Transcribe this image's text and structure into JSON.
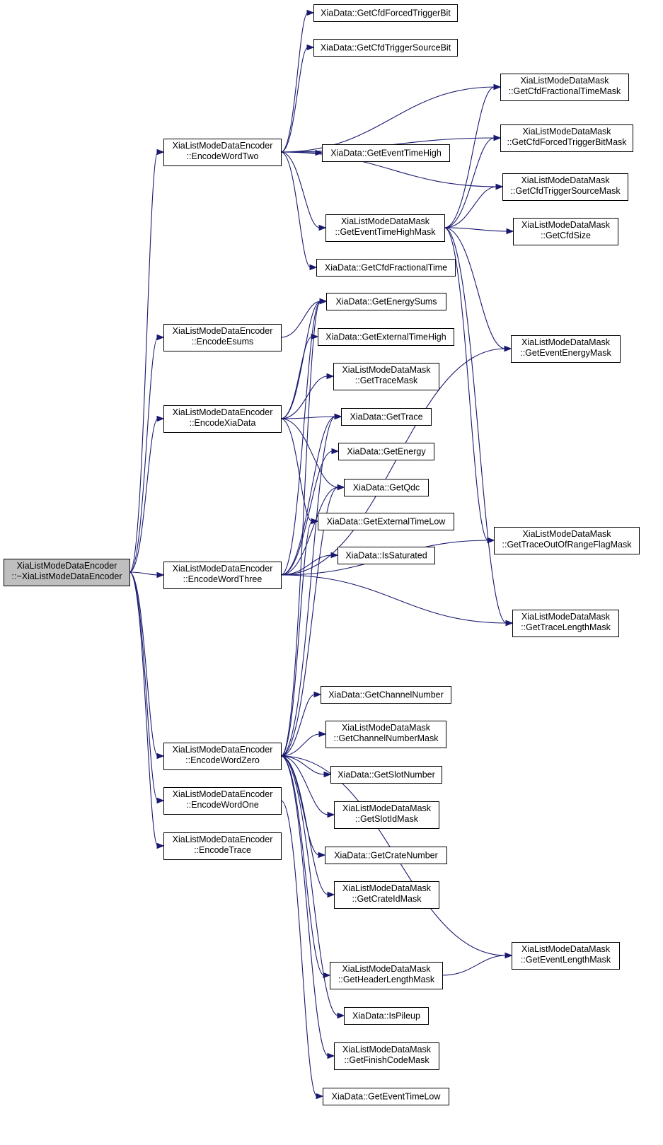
{
  "graph": {
    "nodes": [
      {
        "id": "root",
        "lines": [
          "XiaListModeDataEncoder",
          "::~XiaListModeDataEncoder"
        ],
        "highlight": true
      },
      {
        "id": "ew2",
        "lines": [
          "XiaListModeDataEncoder",
          "::EncodeWordTwo"
        ]
      },
      {
        "id": "esums",
        "lines": [
          "XiaListModeDataEncoder",
          "::EncodeEsums"
        ]
      },
      {
        "id": "exia",
        "lines": [
          "XiaListModeDataEncoder",
          "::EncodeXiaData"
        ]
      },
      {
        "id": "ew3",
        "lines": [
          "XiaListModeDataEncoder",
          "::EncodeWordThree"
        ]
      },
      {
        "id": "ew0",
        "lines": [
          "XiaListModeDataEncoder",
          "::EncodeWordZero"
        ]
      },
      {
        "id": "ew1",
        "lines": [
          "XiaListModeDataEncoder",
          "::EncodeWordOne"
        ]
      },
      {
        "id": "etr",
        "lines": [
          "XiaListModeDataEncoder",
          "::EncodeTrace"
        ]
      },
      {
        "id": "cfdforced",
        "lines": [
          "XiaData::GetCfdForcedTriggerBit"
        ]
      },
      {
        "id": "cfdsrc",
        "lines": [
          "XiaData::GetCfdTriggerSourceBit"
        ]
      },
      {
        "id": "evthigh",
        "lines": [
          "XiaData::GetEventTimeHigh"
        ]
      },
      {
        "id": "evthighmask",
        "lines": [
          "XiaListModeDataMask",
          "::GetEventTimeHighMask"
        ]
      },
      {
        "id": "cfdfrac",
        "lines": [
          "XiaData::GetCfdFractionalTime"
        ]
      },
      {
        "id": "esumsf",
        "lines": [
          "XiaData::GetEnergySums"
        ]
      },
      {
        "id": "exthigh",
        "lines": [
          "XiaData::GetExternalTimeHigh"
        ]
      },
      {
        "id": "tracemask",
        "lines": [
          "XiaListModeDataMask",
          "::GetTraceMask"
        ]
      },
      {
        "id": "gettrace",
        "lines": [
          "XiaData::GetTrace"
        ]
      },
      {
        "id": "getenergy",
        "lines": [
          "XiaData::GetEnergy"
        ]
      },
      {
        "id": "getqdc",
        "lines": [
          "XiaData::GetQdc"
        ]
      },
      {
        "id": "extlow",
        "lines": [
          "XiaData::GetExternalTimeLow"
        ]
      },
      {
        "id": "issat",
        "lines": [
          "XiaData::IsSaturated"
        ]
      },
      {
        "id": "chnum",
        "lines": [
          "XiaData::GetChannelNumber"
        ]
      },
      {
        "id": "chnummask",
        "lines": [
          "XiaListModeDataMask",
          "::GetChannelNumberMask"
        ]
      },
      {
        "id": "slotnum",
        "lines": [
          "XiaData::GetSlotNumber"
        ]
      },
      {
        "id": "slotmask",
        "lines": [
          "XiaListModeDataMask",
          "::GetSlotIdMask"
        ]
      },
      {
        "id": "cratenum",
        "lines": [
          "XiaData::GetCrateNumber"
        ]
      },
      {
        "id": "cratemask",
        "lines": [
          "XiaListModeDataMask",
          "::GetCrateIdMask"
        ]
      },
      {
        "id": "hdrlenmask",
        "lines": [
          "XiaListModeDataMask",
          "::GetHeaderLengthMask"
        ]
      },
      {
        "id": "ispileup",
        "lines": [
          "XiaData::IsPileup"
        ]
      },
      {
        "id": "finishmask",
        "lines": [
          "XiaListModeDataMask",
          "::GetFinishCodeMask"
        ]
      },
      {
        "id": "evtlow",
        "lines": [
          "XiaData::GetEventTimeLow"
        ]
      },
      {
        "id": "cfdfracmask",
        "lines": [
          "XiaListModeDataMask",
          "::GetCfdFractionalTimeMask"
        ]
      },
      {
        "id": "cfdforcedmask",
        "lines": [
          "XiaListModeDataMask",
          "::GetCfdForcedTriggerBitMask"
        ]
      },
      {
        "id": "cfdsrcmask",
        "lines": [
          "XiaListModeDataMask",
          "::GetCfdTriggerSourceMask"
        ]
      },
      {
        "id": "cfdsize",
        "lines": [
          "XiaListModeDataMask",
          "::GetCfdSize"
        ]
      },
      {
        "id": "evtenergymask",
        "lines": [
          "XiaListModeDataMask",
          "::GetEventEnergyMask"
        ]
      },
      {
        "id": "tooormask",
        "lines": [
          "XiaListModeDataMask",
          "::GetTraceOutOfRangeFlagMask"
        ]
      },
      {
        "id": "tracelenmask",
        "lines": [
          "XiaListModeDataMask",
          "::GetTraceLengthMask"
        ]
      },
      {
        "id": "evtlenmask",
        "lines": [
          "XiaListModeDataMask",
          "::GetEventLengthMask"
        ]
      }
    ],
    "edges": [
      {
        "from": "root",
        "to": "ew2"
      },
      {
        "from": "root",
        "to": "esums"
      },
      {
        "from": "root",
        "to": "exia"
      },
      {
        "from": "root",
        "to": "ew3"
      },
      {
        "from": "root",
        "to": "ew0"
      },
      {
        "from": "root",
        "to": "ew1"
      },
      {
        "from": "root",
        "to": "etr"
      },
      {
        "from": "ew2",
        "to": "cfdforced"
      },
      {
        "from": "ew2",
        "to": "cfdsrc"
      },
      {
        "from": "ew2",
        "to": "cfdfracmask"
      },
      {
        "from": "ew2",
        "to": "cfdforcedmask"
      },
      {
        "from": "ew2",
        "to": "evthigh"
      },
      {
        "from": "ew2",
        "to": "cfdsrcmask"
      },
      {
        "from": "ew2",
        "to": "evthighmask"
      },
      {
        "from": "ew2",
        "to": "cfdfrac"
      },
      {
        "from": "evthighmask",
        "to": "cfdfracmask"
      },
      {
        "from": "evthighmask",
        "to": "cfdforcedmask"
      },
      {
        "from": "evthighmask",
        "to": "cfdsrcmask"
      },
      {
        "from": "evthighmask",
        "to": "cfdsize"
      },
      {
        "from": "evthighmask",
        "to": "evtenergymask"
      },
      {
        "from": "evthighmask",
        "to": "tooormask"
      },
      {
        "from": "evthighmask",
        "to": "tracelenmask"
      },
      {
        "from": "esums",
        "to": "esumsf"
      },
      {
        "from": "exia",
        "to": "esumsf"
      },
      {
        "from": "exia",
        "to": "exthigh"
      },
      {
        "from": "exia",
        "to": "tracemask"
      },
      {
        "from": "exia",
        "to": "gettrace"
      },
      {
        "from": "exia",
        "to": "getqdc"
      },
      {
        "from": "exia",
        "to": "extlow"
      },
      {
        "from": "ew3",
        "to": "esumsf"
      },
      {
        "from": "ew3",
        "to": "gettrace"
      },
      {
        "from": "ew3",
        "to": "getenergy"
      },
      {
        "from": "ew3",
        "to": "getqdc"
      },
      {
        "from": "ew3",
        "to": "issat"
      },
      {
        "from": "ew3",
        "to": "evtenergymask"
      },
      {
        "from": "ew3",
        "to": "tooormask"
      },
      {
        "from": "ew3",
        "to": "tracelenmask"
      },
      {
        "from": "ew0",
        "to": "esumsf"
      },
      {
        "from": "ew0",
        "to": "gettrace"
      },
      {
        "from": "ew0",
        "to": "getqdc"
      },
      {
        "from": "ew0",
        "to": "extlow"
      },
      {
        "from": "ew0",
        "to": "chnum"
      },
      {
        "from": "ew0",
        "to": "chnummask"
      },
      {
        "from": "ew0",
        "to": "slotnum"
      },
      {
        "from": "ew0",
        "to": "slotmask"
      },
      {
        "from": "ew0",
        "to": "cratenum"
      },
      {
        "from": "ew0",
        "to": "cratemask"
      },
      {
        "from": "ew0",
        "to": "evtlenmask"
      },
      {
        "from": "ew0",
        "to": "hdrlenmask"
      },
      {
        "from": "ew0",
        "to": "ispileup"
      },
      {
        "from": "ew0",
        "to": "finishmask"
      },
      {
        "from": "ew1",
        "to": "evtlow"
      },
      {
        "from": "hdrlenmask",
        "to": "evtlenmask"
      }
    ]
  }
}
